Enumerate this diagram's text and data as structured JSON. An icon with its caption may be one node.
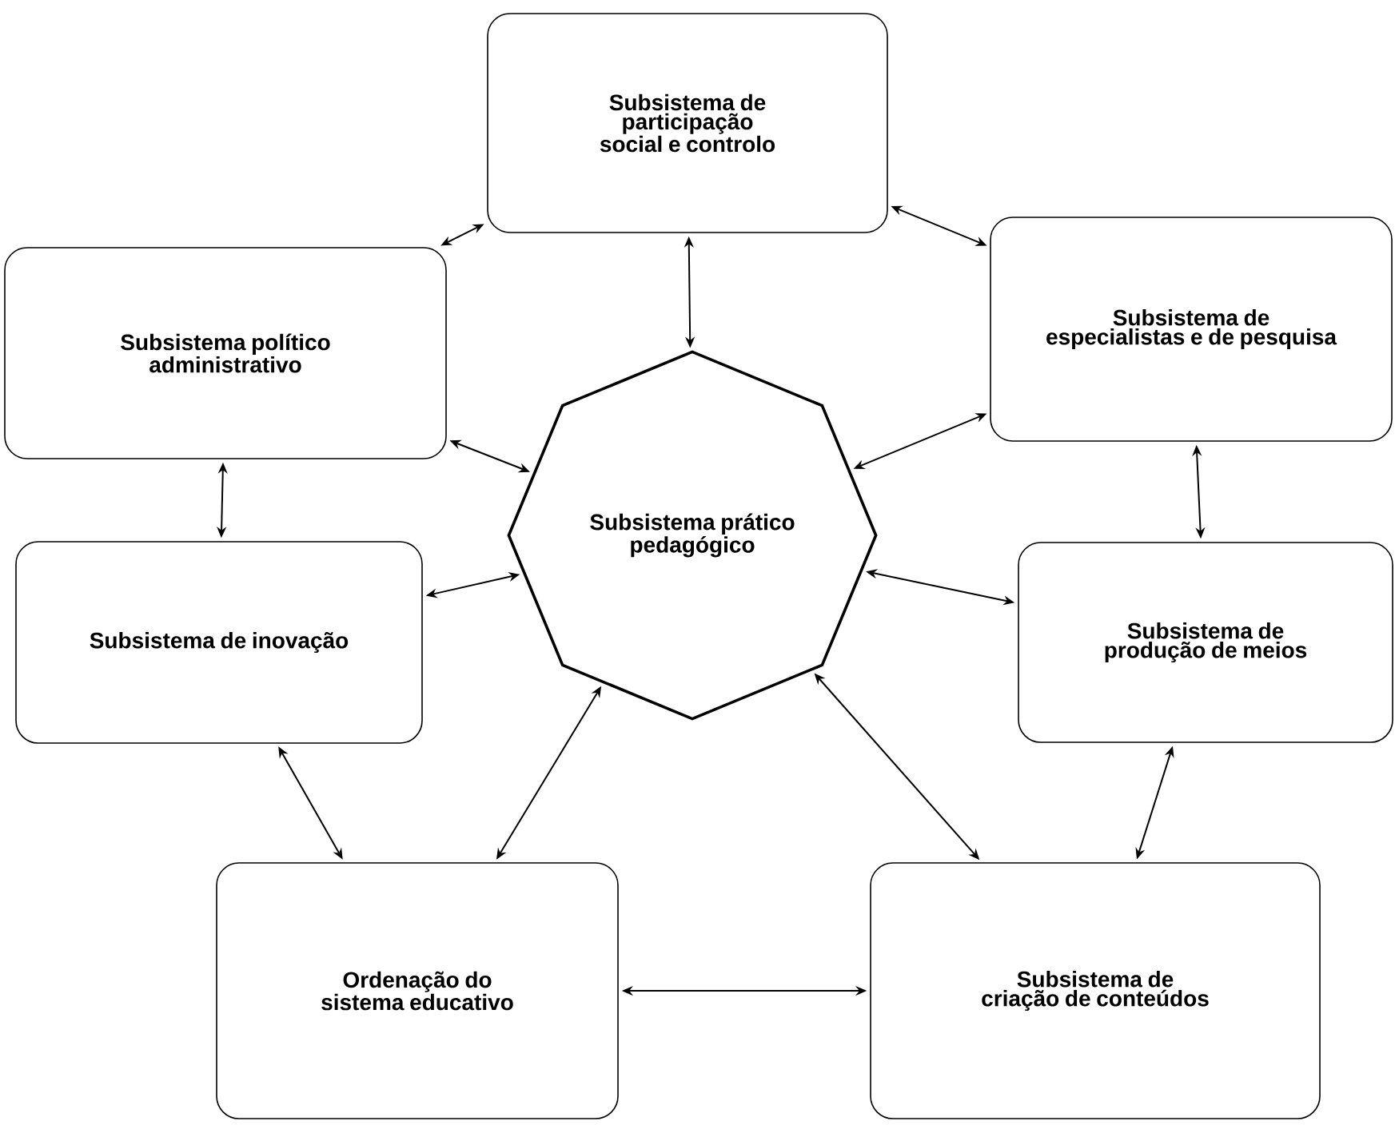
{
  "diagram": {
    "nodes": [
      {
        "text": [
          "Subsistema de participação social e controlo"
        ]
      },
      {
        "text": [
          "Subsistema político administrativo"
        ]
      },
      {
        "text": [
          "Subsistema de especialistas e de pesquisa"
        ]
      },
      {
        "text": [
          "Subsistema prático pedagógico"
        ]
      },
      {
        "text": [
          "Subsistema de inovação"
        ]
      },
      {
        "text": [
          "Subsistema de produção de meios"
        ]
      },
      {
        "text": [
          "Ordenação do sistema educativo"
        ]
      },
      {
        "text": [
          "Subsistema de criação de conteúdos"
        ]
      }
    ],
    "edges": [
      {
        "from": 1,
        "to": 0,
        "arrow": "both"
      },
      {
        "from": 0,
        "to": 2,
        "arrow": "both"
      },
      {
        "from": 0,
        "to": 3,
        "arrow": "both"
      },
      {
        "from": 1,
        "to": 3,
        "arrow": "both"
      },
      {
        "from": 2,
        "to": 3,
        "arrow": "both"
      },
      {
        "from": 1,
        "to": 4,
        "arrow": "both"
      },
      {
        "from": 2,
        "to": 5,
        "arrow": "both"
      },
      {
        "from": 4,
        "to": 3,
        "arrow": "both"
      },
      {
        "from": 5,
        "to": 3,
        "arrow": "both"
      },
      {
        "from": 4,
        "to": 6,
        "arrow": "both"
      },
      {
        "from": 6,
        "to": 3,
        "arrow": "both"
      },
      {
        "from": 7,
        "to": 3,
        "arrow": "both"
      },
      {
        "from": 5,
        "to": 7,
        "arrow": "both"
      },
      {
        "from": 6,
        "to": 7,
        "arrow": "both"
      }
    ]
  }
}
